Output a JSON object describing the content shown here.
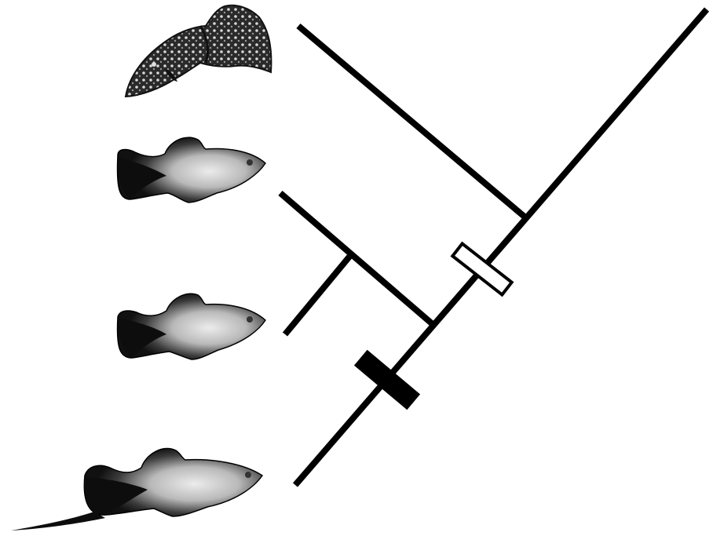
{
  "diagram": {
    "type": "cladogram",
    "taxa": [
      {
        "id": "guppy",
        "icon": "spotted-guppy-fish-icon"
      },
      {
        "id": "molly-1",
        "icon": "molly-fish-icon"
      },
      {
        "id": "molly-2",
        "icon": "molly-fish-icon"
      },
      {
        "id": "swordtail",
        "icon": "swordtail-fish-icon"
      }
    ],
    "character_markers": [
      {
        "id": "trait-gain",
        "state": "open",
        "color": "#ffffff"
      },
      {
        "id": "trait-ancestral",
        "state": "filled",
        "color": "#000000"
      }
    ],
    "colors": {
      "line": "#000000",
      "background": "#ffffff"
    }
  }
}
